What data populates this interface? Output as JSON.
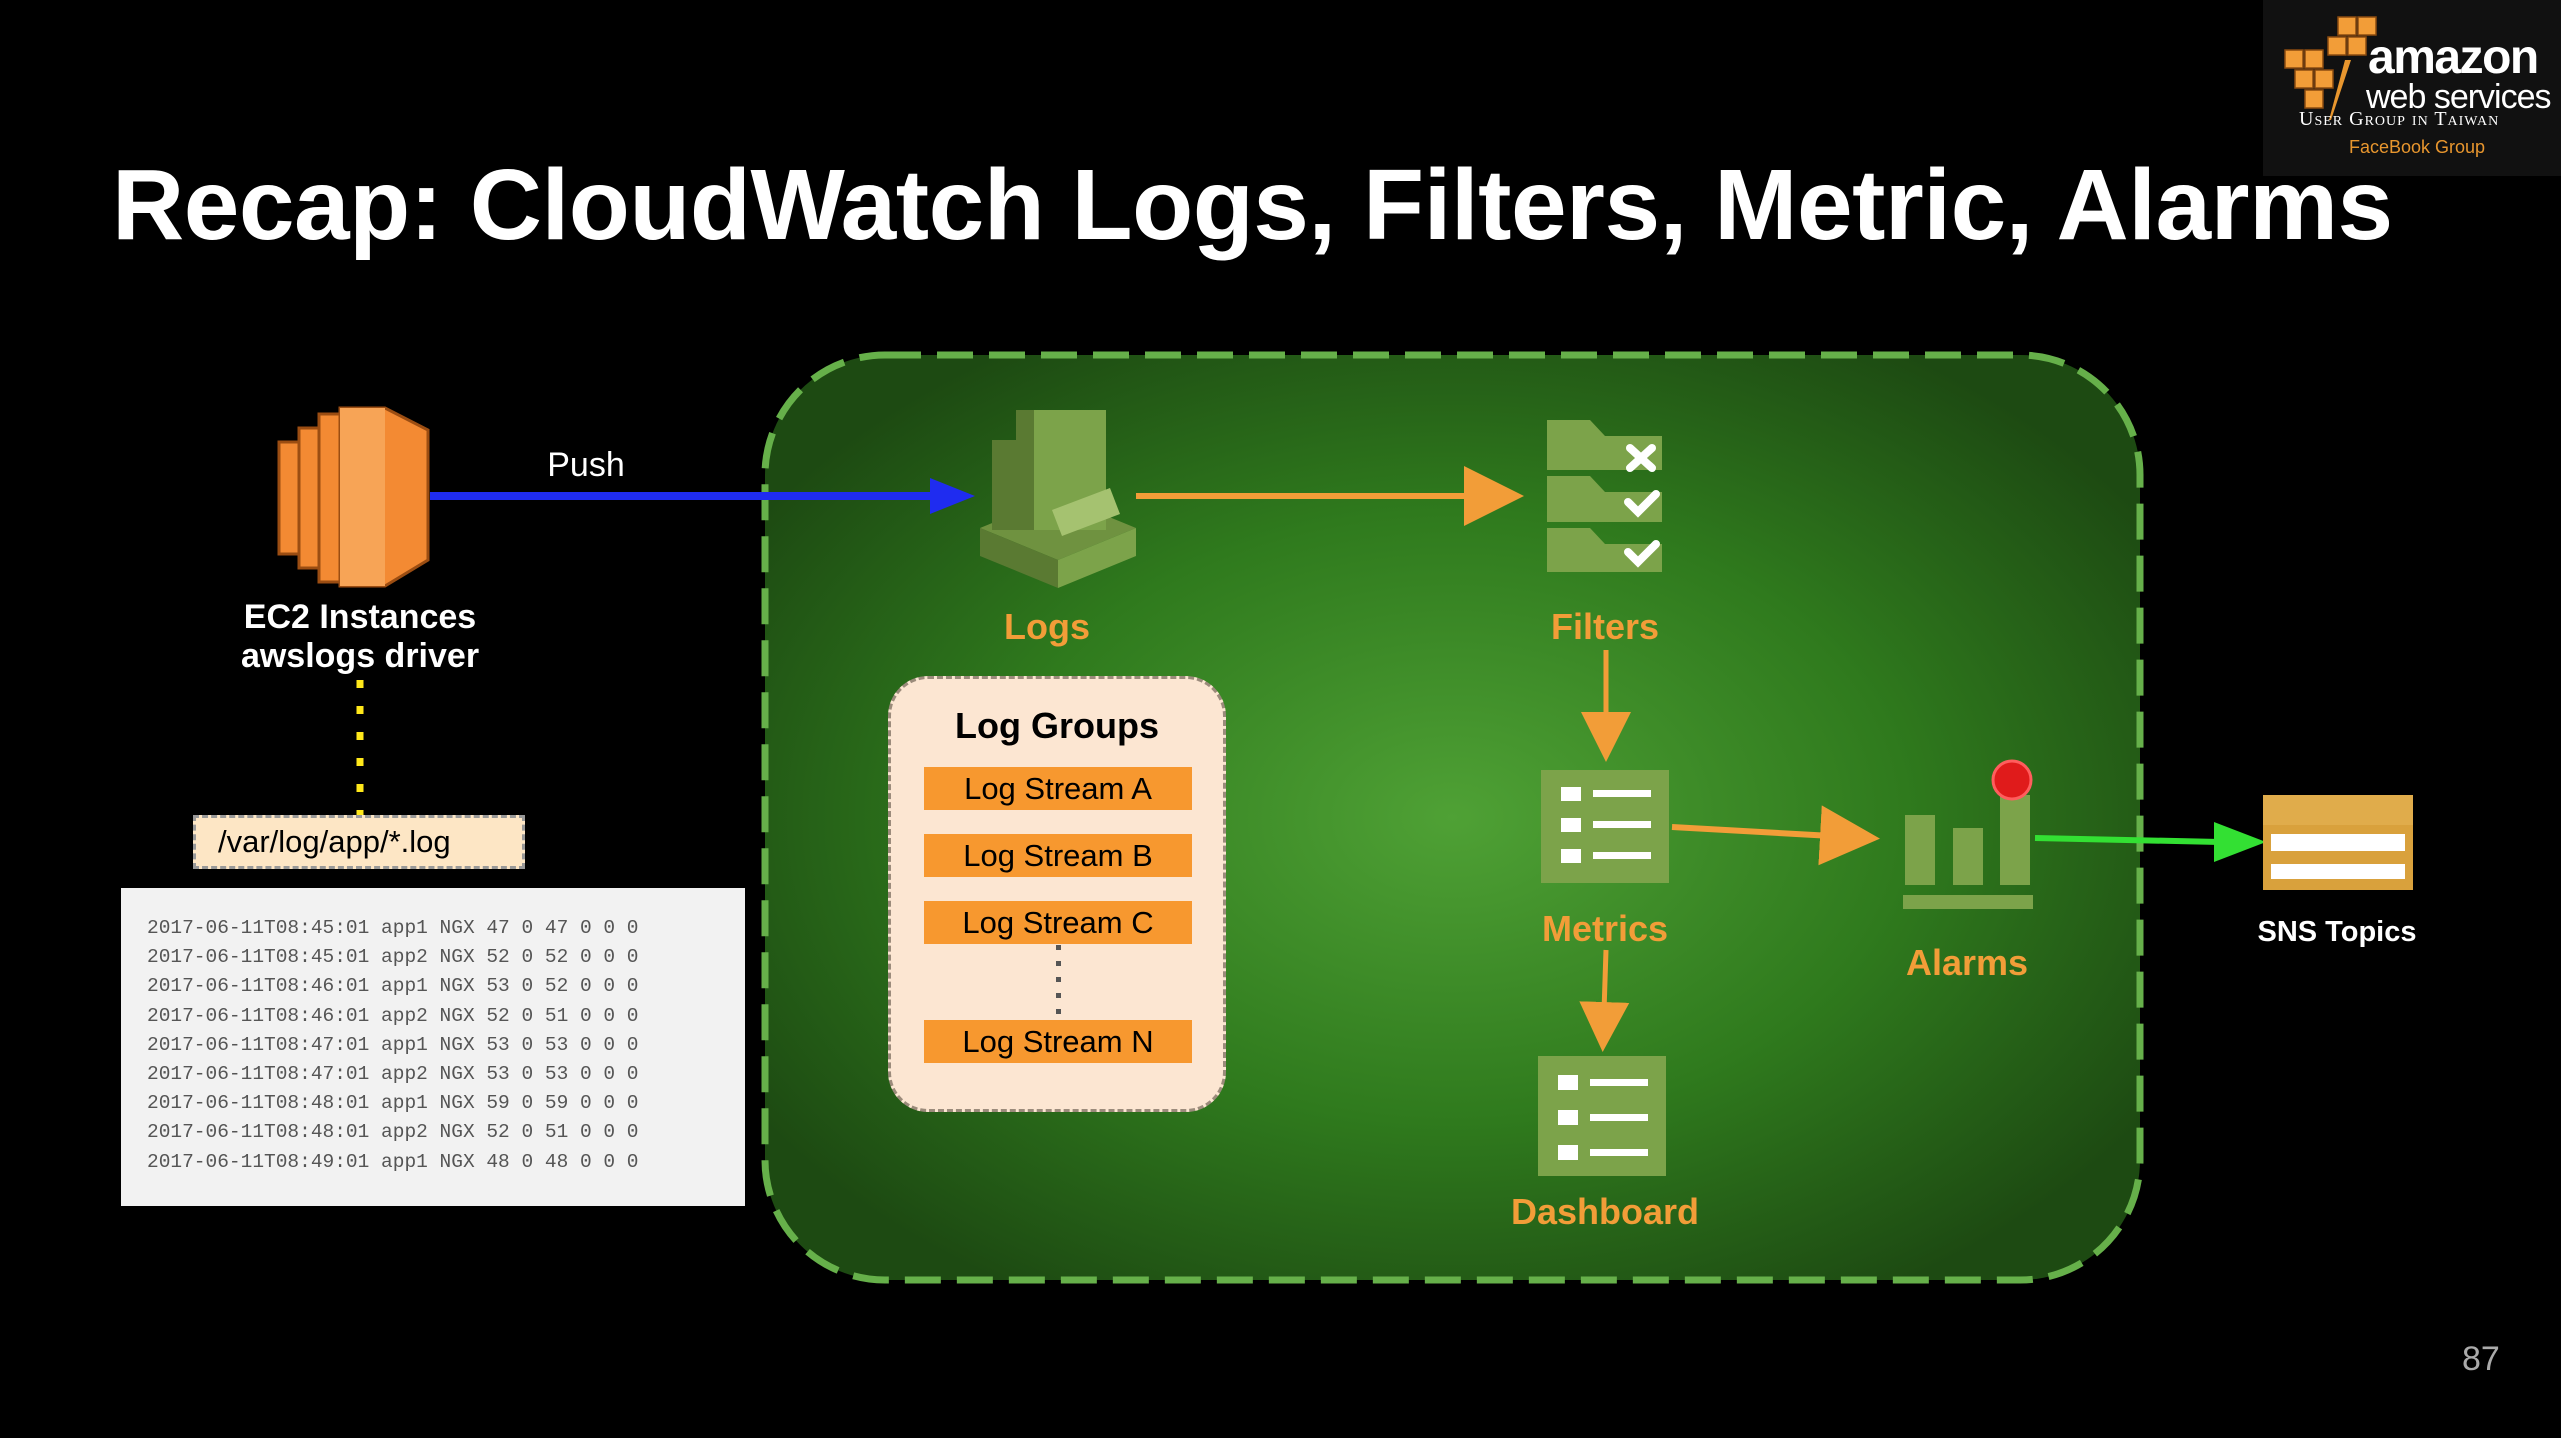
{
  "title": "Recap: CloudWatch Logs, Filters, Metric, Alarms",
  "logo": {
    "wordmark": "amazon",
    "subline": "web services",
    "group": "User Group in Taiwan",
    "facebook": "FaceBook Group"
  },
  "ec2": {
    "line1": "EC2 Instances",
    "line2": "awslogs driver"
  },
  "push_label": "Push",
  "log_path": "/var/log/app/*.log",
  "log_lines": [
    "2017-06-11T08:45:01 app1 NGX 47 0 47 0 0 0",
    "2017-06-11T08:45:01 app2 NGX 52 0 52 0 0 0",
    "2017-06-11T08:46:01 app1 NGX 53 0 52 0 0 0",
    "2017-06-11T08:46:01 app2 NGX 52 0 51 0 0 0",
    "2017-06-11T08:47:01 app1 NGX 53 0 53 0 0 0",
    "2017-06-11T08:47:01 app2 NGX 53 0 53 0 0 0",
    "2017-06-11T08:48:01 app1 NGX 59 0 59 0 0 0",
    "2017-06-11T08:48:01 app2 NGX 52 0 51 0 0 0",
    "2017-06-11T08:49:01 app1 NGX 48 0 48 0 0 0"
  ],
  "nodes": {
    "logs": "Logs",
    "filters": "Filters",
    "metrics": "Metrics",
    "alarms": "Alarms",
    "dashboard": "Dashboard",
    "sns": "SNS Topics"
  },
  "log_groups": {
    "title": "Log Groups",
    "streams": [
      "Log Stream A",
      "Log Stream B",
      "Log Stream C",
      "Log Stream N"
    ]
  },
  "page_number": "87",
  "colors": {
    "background": "#000000",
    "cloudwatch_green": "#4fa135",
    "aws_orange": "#f29d38",
    "push_arrow": "#1f2cf0",
    "sns_arrow": "#33e033",
    "icon_green": "#7ca34a"
  }
}
